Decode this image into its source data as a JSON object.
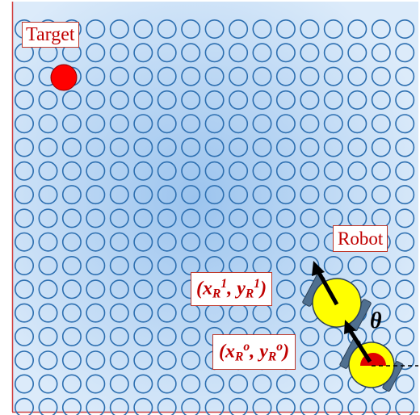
{
  "grid": {
    "rows": 17,
    "cols": 17
  },
  "labels": {
    "target": "Target",
    "robot": "Robot",
    "theta": "θ",
    "pos1": {
      "x": "x",
      "x_sub": "R",
      "x_sup": "1",
      "sep": ", ",
      "y": "y",
      "y_sub": "R",
      "y_sup": "1"
    },
    "pos0": {
      "x": "x",
      "x_sub": "R",
      "x_sup": "o",
      "sep": ", ",
      "y": "y",
      "y_sub": "R",
      "y_sup": "o"
    }
  },
  "colors": {
    "background_center": "#9cc4ee",
    "background_edge": "#dcebfa",
    "grid_circle": "#2d6fb0",
    "target": "#ff0000",
    "robot_body": "#ffff00",
    "robot_wheel": "#4f6f8f",
    "arrow": "#000000",
    "label_text": "#c00000",
    "frame": "#d04040"
  }
}
